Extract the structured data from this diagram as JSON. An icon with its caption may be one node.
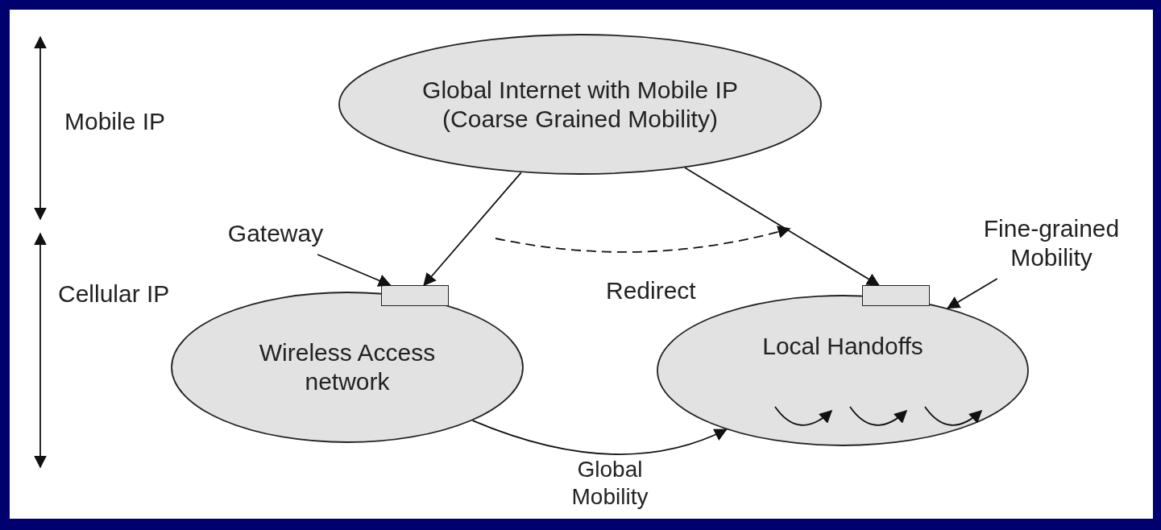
{
  "diagram": {
    "nodes": [
      {
        "text": [
          "Global Internet with Mobile IP (Coarse Grained Mobility)"
        ]
      },
      {
        "text": [
          "Gateway"
        ]
      },
      {
        "text": [
          "Fine-grained Mobility"
        ]
      },
      {
        "text": [],
        "shape": "box"
      },
      {
        "text": [],
        "shape": "box"
      },
      {
        "text": [
          "Wireless Access network"
        ]
      },
      {
        "text": [
          "Local Handoffs"
        ]
      }
    ],
    "edges": [
      {
        "from": 0,
        "to": 3,
        "arrow": "to"
      },
      {
        "from": 0,
        "to": 4,
        "arrow": "to"
      },
      {
        "from": 1,
        "to": 3,
        "arrow": "to"
      },
      {
        "from": 2,
        "to": 6,
        "arrow": "to"
      },
      {
        "from": 5,
        "to": 6,
        "arrow": "to",
        "label": "Global Mobility"
      }
    ],
    "labels": [
      "Mobile IP",
      "Redirect",
      "Cellular IP"
    ]
  }
}
